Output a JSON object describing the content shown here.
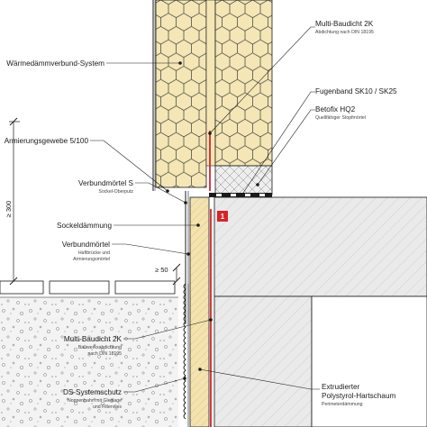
{
  "labels": {
    "multi_baudicht_top": "Multi-Baudicht 2K",
    "multi_baudicht_top_sub": "Abdichtung nach DIN 18195",
    "waermedaemm": "Wärmedämmverbund-System",
    "fugenband": "Fugenband SK10 / SK25",
    "betofix": "Betofix HQ2",
    "betofix_sub": "Quellfähiger Stopfmörtel",
    "armierung": "Armierungsgewebe 5/100",
    "verbundmoertel_s": "Verbundmörtel S",
    "verbundmoertel_s_sub": "Sockel-Oberputz",
    "sockeldaemmung": "Sockeldämmung",
    "verbundmoertel": "Verbundmörtel",
    "verbundmoertel_sub1": "Haftbrücke und",
    "verbundmoertel_sub2": "Armierungsmörtel",
    "multi_baudicht_bottom": "Multi-Baudicht 2K",
    "multi_baudicht_bottom_sub1": "Bauwerksabdichtung",
    "multi_baudicht_bottom_sub2": "nach DIN 18195",
    "ds_systemschutz": "DS-Systemschutz",
    "ds_sub1": "Noppenbahn mit Gleitlage",
    "ds_sub2": "und Filtervlies",
    "extrudierter_1": "Extrudierter",
    "extrudierter_2": "Polystyrol-Hartschaum",
    "extrudierter_sub": "Perimeterdämmung"
  },
  "dimensions": {
    "d300": "≥ 300",
    "d50": "≥ 50"
  },
  "marker": {
    "number": "1",
    "color": "#d8232a"
  },
  "colors": {
    "insulation": "#f4e6b5",
    "concrete": "#eaeaea",
    "seal": "#d8232a",
    "line": "#1a1a1a",
    "gravel": "#f2f2f2"
  }
}
